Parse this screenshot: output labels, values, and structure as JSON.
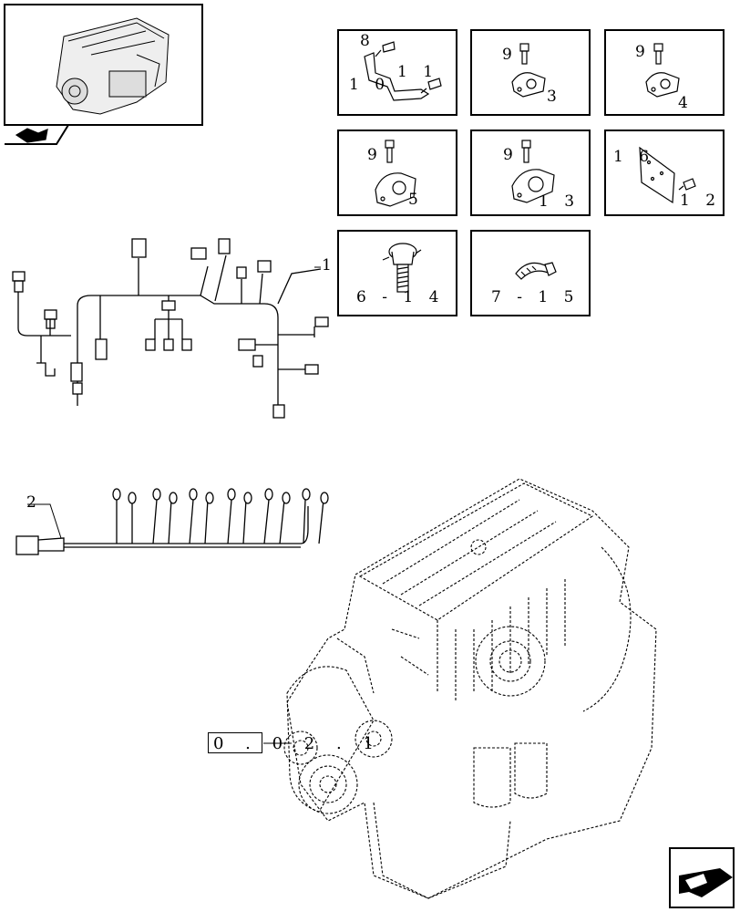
{
  "thumbnail": {
    "icon": "engine-thumbnail-icon",
    "nav_icon": "book-page-icon"
  },
  "callouts": [
    {
      "id": "p8",
      "text": "8"
    },
    {
      "id": "p10",
      "text": "1 0"
    },
    {
      "id": "p11",
      "text": "1 1"
    },
    {
      "id": "p9a",
      "text": "9"
    },
    {
      "id": "p3",
      "text": "3"
    },
    {
      "id": "p9b",
      "text": "9"
    },
    {
      "id": "p4",
      "text": "4"
    },
    {
      "id": "p9c",
      "text": "9"
    },
    {
      "id": "p5",
      "text": "5"
    },
    {
      "id": "p9d",
      "text": "9"
    },
    {
      "id": "p13",
      "text": "1 3"
    },
    {
      "id": "p16",
      "text": "1 6"
    },
    {
      "id": "p12",
      "text": "1 2"
    },
    {
      "id": "p614",
      "text": "6 - 1 4"
    },
    {
      "id": "p715",
      "text": "7 - 1 5"
    },
    {
      "id": "p1",
      "text": "1"
    },
    {
      "id": "p2",
      "text": "2"
    }
  ],
  "reference": {
    "text": "0 . 0 2 . 1"
  },
  "corner_icon": "next-page-arrow-icon"
}
